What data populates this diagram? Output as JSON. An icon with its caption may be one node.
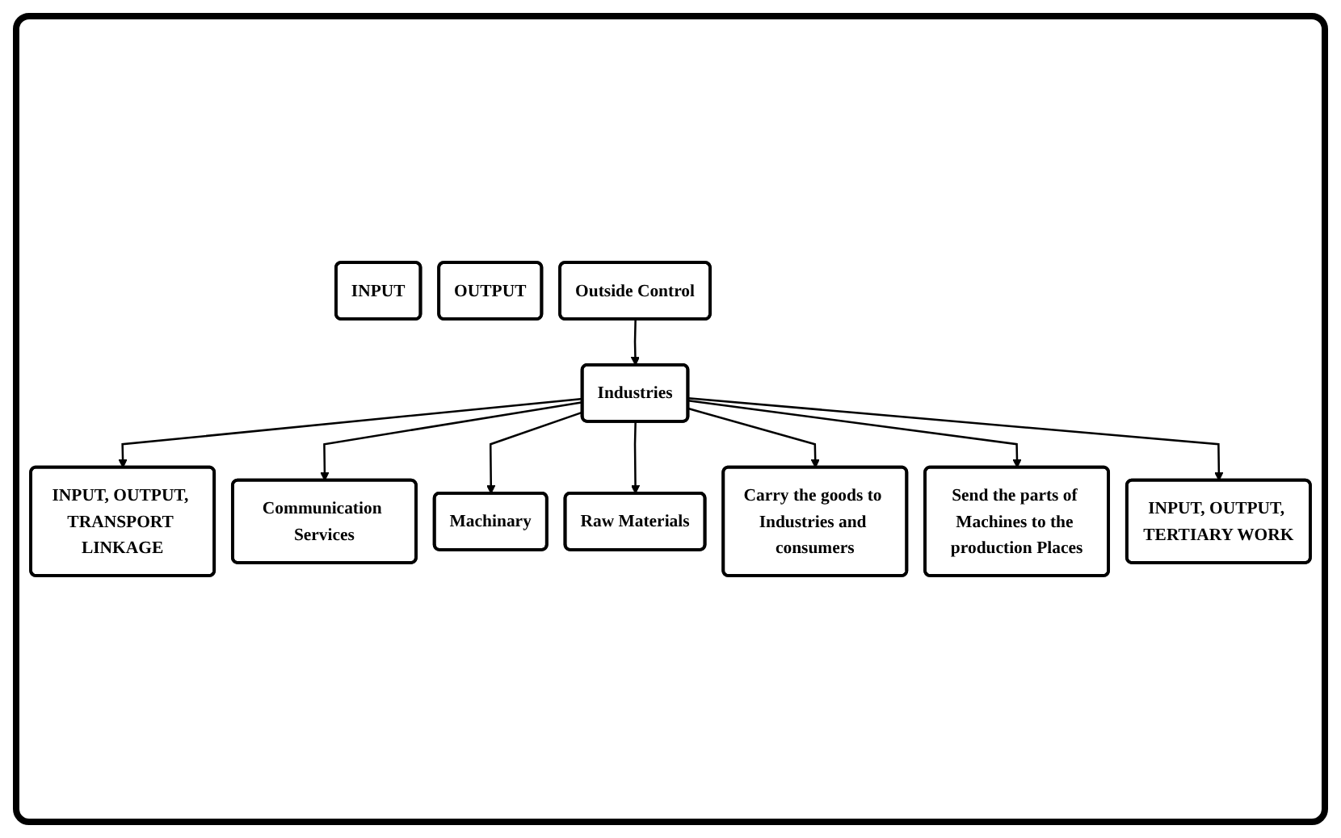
{
  "diagram": {
    "nodes": [
      {
        "text": [
          "INPUT, OUTPUT, TRANSPORT LINKAGE"
        ]
      },
      {
        "text": [
          "INPUT"
        ]
      },
      {
        "text": [
          "OUTPUT"
        ]
      },
      {
        "text": [
          "Communication Services"
        ]
      },
      {
        "text": [
          "Carry the goods to Industries and consumers"
        ]
      },
      {
        "text": [
          "Machinary"
        ]
      },
      {
        "text": [
          "Industries"
        ]
      },
      {
        "text": [
          "Raw Materials"
        ]
      },
      {
        "text": [
          "Outside Control"
        ]
      },
      {
        "text": [
          "Send the parts of Machines to the production Places"
        ]
      },
      {
        "text": [
          "INPUT, OUTPUT, TERTIARY WORK"
        ]
      }
    ],
    "edges": [
      {
        "from": 6,
        "to": 0,
        "arrow": "to"
      },
      {
        "from": 6,
        "to": 3,
        "arrow": "to"
      },
      {
        "from": 6,
        "to": 5,
        "arrow": "to"
      },
      {
        "from": 6,
        "to": 7,
        "arrow": "to"
      },
      {
        "from": 8,
        "to": 6,
        "arrow": "to"
      },
      {
        "from": 6,
        "to": 4,
        "arrow": "to"
      },
      {
        "from": 6,
        "to": 9,
        "arrow": "to"
      },
      {
        "from": 6,
        "to": 10,
        "arrow": "to"
      }
    ]
  }
}
